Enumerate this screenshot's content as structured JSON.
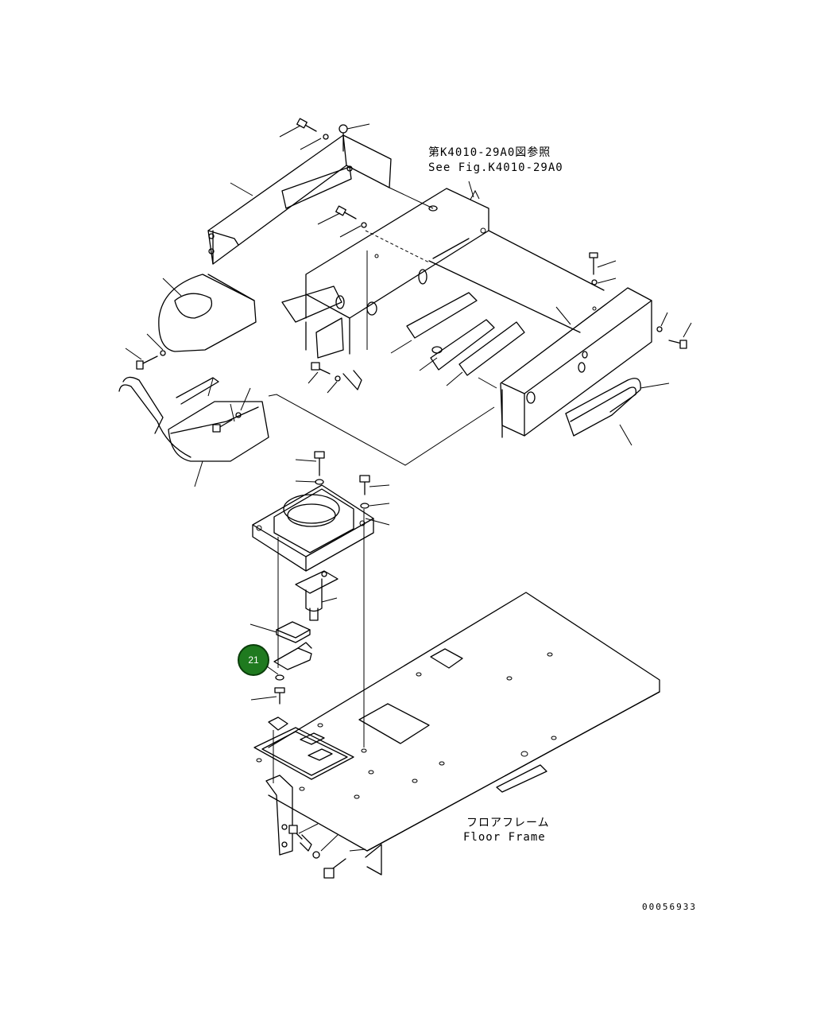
{
  "reference": {
    "jp": "第K4010-29A0図参照",
    "en": "See Fig.K4010-29A0"
  },
  "floor_frame": {
    "jp": "フロアフレーム",
    "en": "Floor Frame"
  },
  "callout": {
    "number": "21",
    "color": "#1f7a1f"
  },
  "drawing_code": "00056933"
}
